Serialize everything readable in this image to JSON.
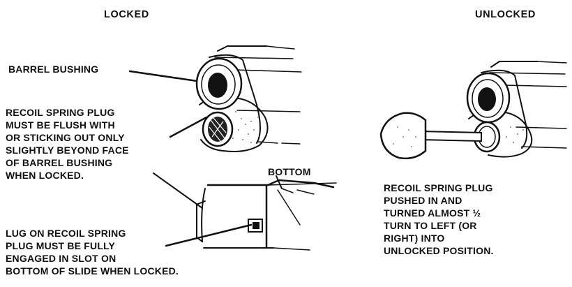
{
  "headings": {
    "locked": "LOCKED",
    "unlocked": "UNLOCKED"
  },
  "labels": {
    "barrel_bushing": "BARREL BUSHING",
    "bottom": "BOTTOM",
    "recoil_plug": [
      "RECOIL SPRING PLUG",
      "MUST BE FLUSH WITH",
      "OR STICKING OUT ONLY",
      "SLIGHTLY BEYOND FACE",
      "OF BARREL BUSHING",
      "WHEN LOCKED."
    ],
    "lug": [
      "LUG ON RECOIL SPRING",
      "PLUG MUST BE FULLY",
      "ENGAGED IN SLOT ON",
      "BOTTOM OF SLIDE WHEN LOCKED."
    ],
    "unlocked_note": [
      "RECOIL SPRING PLUG",
      "PUSHED IN AND",
      "TURNED ALMOST ½",
      "TURN TO LEFT (OR",
      "RIGHT) INTO",
      "UNLOCKED POSITION."
    ]
  }
}
